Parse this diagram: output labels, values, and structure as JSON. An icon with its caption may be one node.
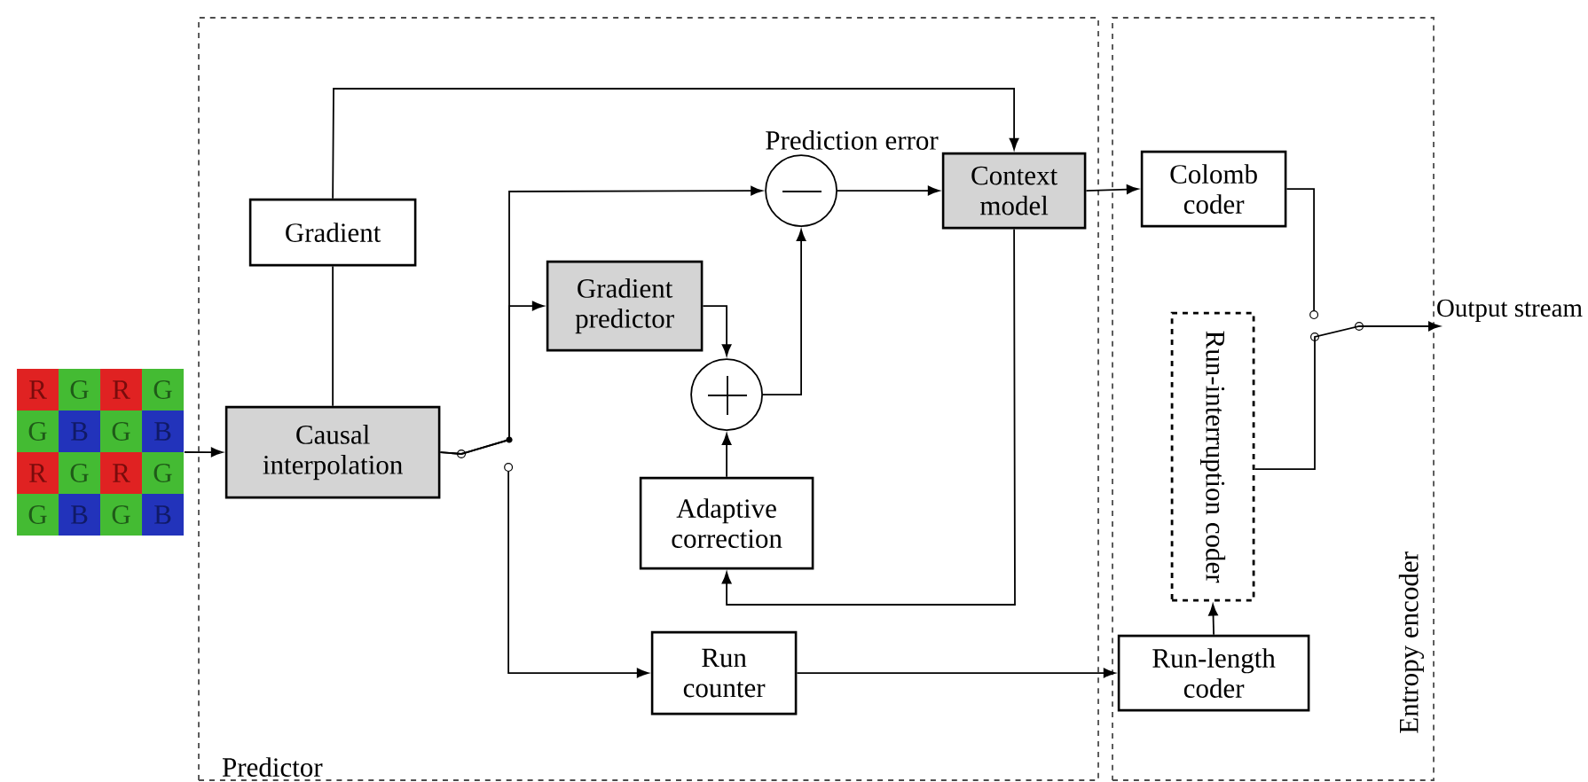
{
  "diagram": {
    "nodes": [
      {
        "text": [
          "Predictor"
        ]
      },
      {
        "text": [
          "Entropy encoder"
        ]
      },
      {
        "text": [],
        "shape": "picture"
      },
      {
        "text": [
          "Gradient"
        ],
        "in": 0
      },
      {
        "text": [
          "Causal interpolation"
        ],
        "in": 0
      },
      {
        "text": [
          "Gradient predictor"
        ],
        "in": 0
      },
      {
        "text": [],
        "shape": "circle",
        "in": 0
      },
      {
        "text": [],
        "shape": "circle",
        "in": 0
      },
      {
        "text": [
          "Adaptive correction"
        ],
        "in": 0
      },
      {
        "text": [
          "Context model"
        ],
        "in": 0
      },
      {
        "text": [
          "Run counter"
        ],
        "in": 0
      },
      {
        "text": [
          "Colomb coder"
        ],
        "in": 1
      },
      {
        "text": [
          "Run-interruption coder"
        ],
        "in": 1
      },
      {
        "text": [
          "Run-length coder"
        ],
        "in": 1
      },
      {
        "text": [
          "Output stream"
        ]
      },
      {
        "text": [],
        "shape": "circle",
        "in": 0
      },
      {
        "text": [],
        "shape": "circle",
        "in": 1
      }
    ],
    "edges": [
      {
        "from": 2,
        "to": 4,
        "arrow": "to"
      },
      {
        "from": 4,
        "to": 6,
        "arrow": "to"
      },
      {
        "from": 4,
        "to": 5,
        "arrow": "to"
      },
      {
        "from": 15,
        "to": 10,
        "arrow": "to"
      },
      {
        "from": 4,
        "to": 3,
        "arrow": "none"
      },
      {
        "from": 3,
        "to": 9,
        "arrow": "to"
      },
      {
        "from": 5,
        "to": 7,
        "arrow": "to"
      },
      {
        "from": 7,
        "to": 6,
        "arrow": "to"
      },
      {
        "from": 8,
        "to": 7,
        "arrow": "to"
      },
      {
        "from": 9,
        "to": 8,
        "arrow": "to"
      },
      {
        "from": 6,
        "to": 9,
        "arrow": "to",
        "label": "Prediction error"
      },
      {
        "from": 9,
        "to": 11,
        "arrow": "to"
      },
      {
        "from": 10,
        "to": 13,
        "arrow": "to"
      },
      {
        "from": 13,
        "to": 12,
        "arrow": "to"
      },
      {
        "from": 11,
        "to": 16,
        "arrow": "none"
      },
      {
        "from": 12,
        "to": 14,
        "arrow": "to"
      }
    ],
    "labels": [
      "R",
      "G",
      "R",
      "G",
      "G",
      "B",
      "G",
      "B",
      "R",
      "G",
      "R",
      "G",
      "G",
      "B",
      "G",
      "B"
    ]
  }
}
